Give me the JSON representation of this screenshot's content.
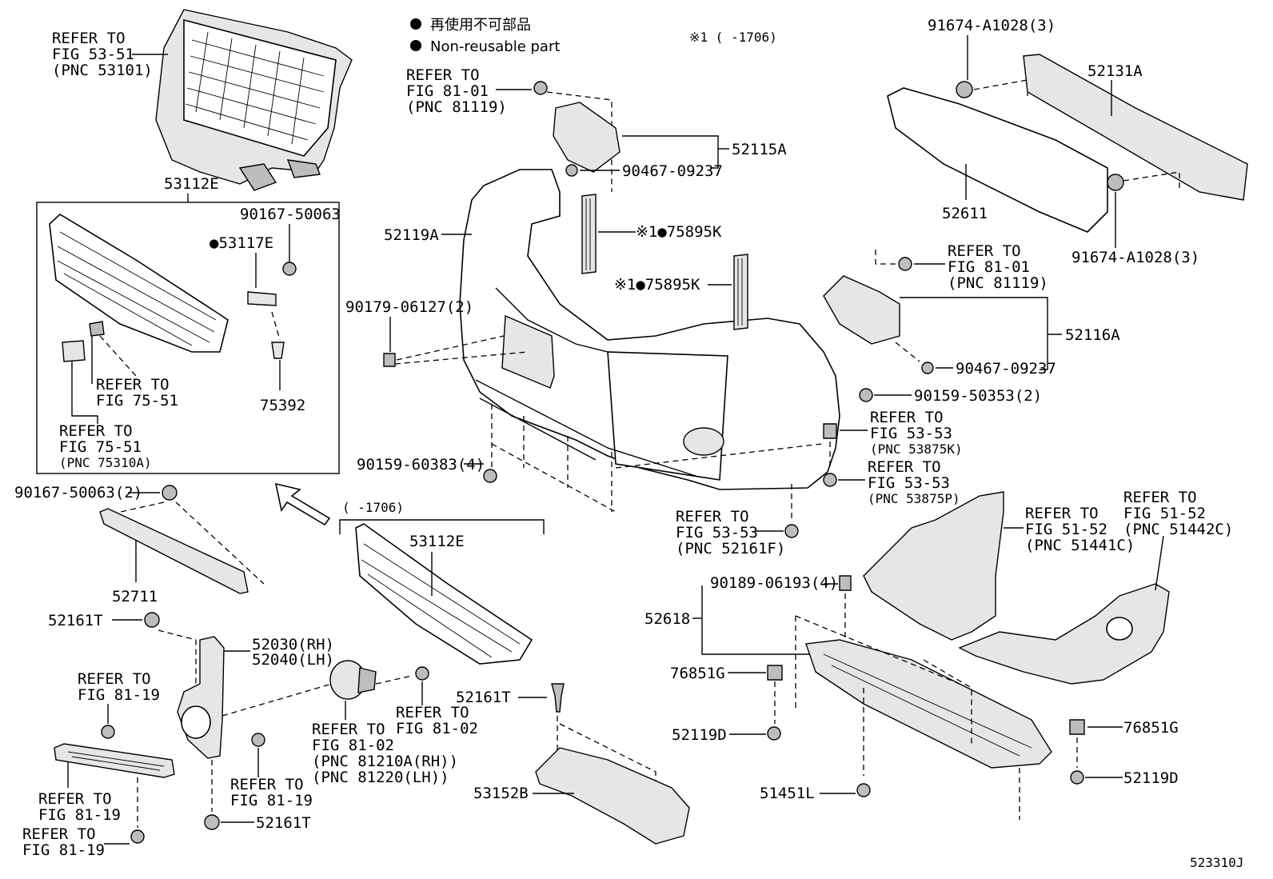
{
  "legend": {
    "bullet": "●",
    "jp": "再使用不可部品",
    "en": "Non-reusable part",
    "note": "※1 (      -1706)"
  },
  "callouts": {
    "grille_ref": [
      "REFER TO",
      "FIG 53-51",
      "(PNC 53101)"
    ],
    "p53112E_top": "53112E",
    "p90167_inset": "90167-50063",
    "p53117E": "●53117E",
    "ref_75_51_a": [
      "REFER TO",
      "FIG 75-51"
    ],
    "ref_75_51_b": [
      "REFER TO",
      "FIG 75-51",
      "(PNC 75310A)"
    ],
    "p75392": "75392",
    "p90167_2": "90167-50063(2)",
    "p52711": "52711",
    "range_note": "(      -1706)",
    "p53112E_mid": "53112E",
    "p52161T_a": "52161T",
    "p52030": "52030(RH)",
    "p52040": "52040(LH)",
    "ref_81_19_a": [
      "REFER TO",
      "FIG 81-19"
    ],
    "ref_81_02_a": [
      "REFER TO",
      "FIG 81-02"
    ],
    "ref_81_02_b": [
      "REFER TO",
      "FIG 81-02",
      "(PNC 81210A(RH))",
      "(PNC 81220(LH))"
    ],
    "ref_81_19_b": [
      "REFER TO",
      "FIG 81-19"
    ],
    "ref_81_19_c": [
      "REFER TO",
      "FIG 81-19"
    ],
    "ref_81_19_d": [
      "REFER TO",
      "FIG 81-19"
    ],
    "p52161T_b": "52161T",
    "p52161T_c": "52161T",
    "p53152B": "53152B",
    "ref_81_01_a": [
      "REFER TO",
      "FIG 81-01",
      "(PNC 81119)"
    ],
    "p52115A": "52115A",
    "p90467_a": "90467-09237",
    "p52119A": "52119A",
    "p75895K_a": "※1●75895K",
    "p75895K_b": "※1●75895K",
    "p90179": "90179-06127(2)",
    "p90159_60383": "90159-60383(4)",
    "ref_53_53_f": [
      "REFER TO",
      "FIG 53-53",
      "(PNC 52161F)"
    ],
    "p91674_top": "91674-A1028(3)",
    "p52131A": "52131A",
    "p52611": "52611",
    "p91674_bot": "91674-A1028(3)",
    "ref_81_01_b": [
      "REFER TO",
      "FIG 81-01",
      "(PNC 81119)"
    ],
    "p52116A": "52116A",
    "p90467_b": "90467-09237",
    "p90159_50353": "90159-50353(2)",
    "ref_53_53_k": [
      "REFER TO",
      "FIG 53-53",
      "(PNC 53875K)"
    ],
    "ref_53_53_p": [
      "REFER TO",
      "FIG 53-53",
      "(PNC 53875P)"
    ],
    "ref_51_52_c1": [
      "REFER TO",
      "FIG 51-52",
      "(PNC 51441C)"
    ],
    "ref_51_52_c2": [
      "REFER TO",
      "FIG 51-52",
      "(PNC 51442C)"
    ],
    "p90189": "90189-06193(4)",
    "p52618": "52618",
    "p76851G_a": "76851G",
    "p52119D_a": "52119D",
    "p51451L": "51451L",
    "p76851G_b": "76851G",
    "p52119D_b": "52119D"
  },
  "figure_id": "523310J"
}
